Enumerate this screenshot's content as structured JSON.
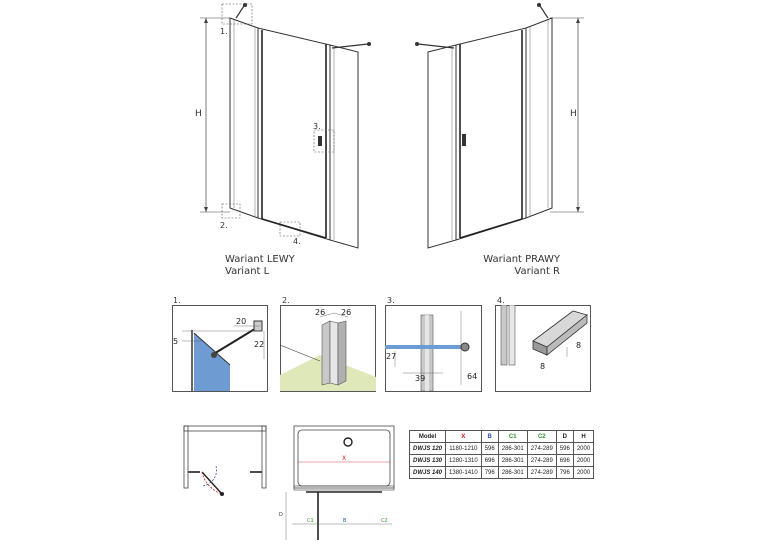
{
  "variants": {
    "left": {
      "line1": "Wariant LEWY",
      "line2": "Variant L"
    },
    "right": {
      "line1": "Wariant PRAWY",
      "line2": "Variant R"
    }
  },
  "dimension_labels": {
    "height": "H",
    "plan_x": "X",
    "plan_b": "B",
    "plan_c1": "C1",
    "plan_c2": "C2",
    "plan_d": "D"
  },
  "callouts": [
    "1.",
    "2.",
    "3.",
    "4."
  ],
  "details": [
    {
      "number": "1.",
      "dims": [
        "20",
        "5",
        "22"
      ]
    },
    {
      "number": "2.",
      "dims": [
        "26",
        "26"
      ]
    },
    {
      "number": "3.",
      "dims": [
        "27",
        "39",
        "64"
      ]
    },
    {
      "number": "4.",
      "dims": [
        "8",
        "8"
      ]
    }
  ],
  "table": {
    "headers": [
      "Model",
      "X",
      "B",
      "C1",
      "C2",
      "D",
      "H"
    ],
    "header_colors": [
      "#222222",
      "#d62020",
      "#2a4fa8",
      "#2a9a2a",
      "#2a9a2a",
      "#222222",
      "#222222"
    ],
    "rows": [
      [
        "DWJS 120",
        "1180-1210",
        "596",
        "286-301",
        "274-289",
        "596",
        "2000"
      ],
      [
        "DWJS 130",
        "1280-1310",
        "696",
        "286-301",
        "274-289",
        "696",
        "2000"
      ],
      [
        "DWJS 140",
        "1380-1410",
        "796",
        "286-301",
        "274-289",
        "796",
        "2000"
      ]
    ]
  },
  "colors": {
    "glass_blue": "#6f9bd3",
    "floor_green": "#dfe8b8",
    "accent_red": "#d62020"
  }
}
